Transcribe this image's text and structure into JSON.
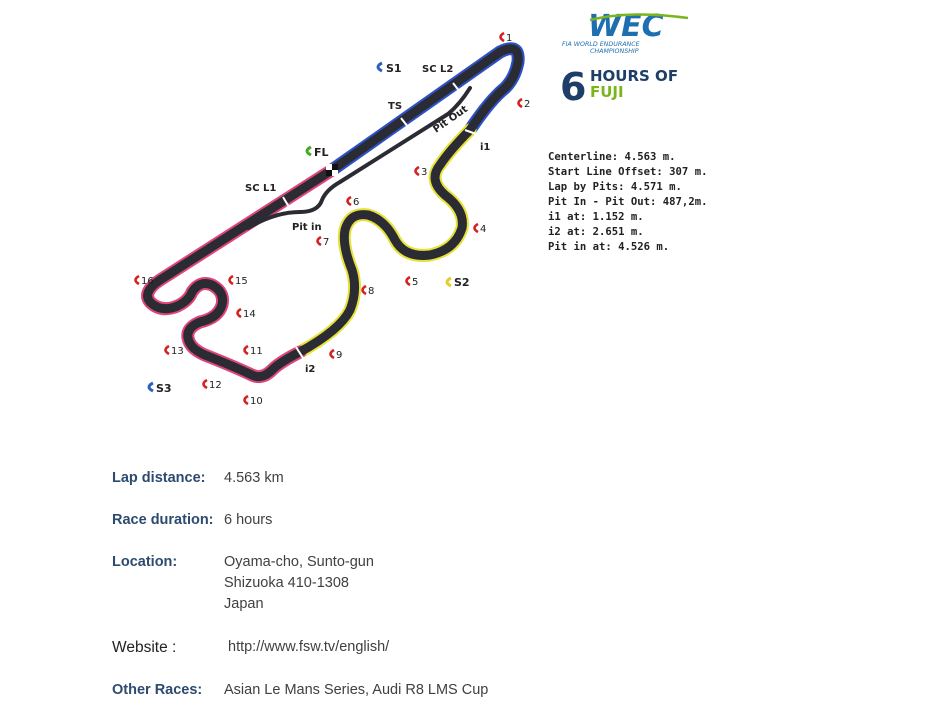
{
  "logo": {
    "wec_text": "WEC",
    "wec_sub1": "FIA WORLD ENDURANCE",
    "wec_sub2": "CHAMPIONSHIP",
    "event_number": "6",
    "event_line1": "HOURS OF",
    "event_line2": "FUJI"
  },
  "track_labels": {
    "s1": "S1",
    "s2": "S2",
    "s3": "S3",
    "fl": "FL",
    "sc_l1": "SC L1",
    "sc_l2": "SC L2",
    "ts": "TS",
    "pit_out": "Pit Out",
    "pit_in": "Pit in",
    "i1": "i1",
    "i2": "i2"
  },
  "turns": [
    "1",
    "2",
    "3",
    "4",
    "5",
    "6",
    "7",
    "8",
    "9",
    "10",
    "11",
    "12",
    "13",
    "14",
    "15",
    "16"
  ],
  "track_info": [
    "Centerline: 4.563 m.",
    "Start Line Offset: 307 m.",
    "Lap by Pits: 4.571 m.",
    "Pit In - Pit Out: 487,2m.",
    "i1 at: 1.152 m.",
    "i2 at: 2.651 m.",
    "Pit in at: 4.526 m."
  ],
  "facts": {
    "lap_distance_label": "Lap distance:",
    "lap_distance_value": "4.563 km",
    "race_duration_label": "Race duration:",
    "race_duration_value": "6 hours",
    "location_label": "Location:",
    "location_line1": "Oyama-cho, Sunto-gun",
    "location_line2": "Shizuoka 410-1308",
    "location_line3": "Japan",
    "website_label": "Website :",
    "website_value": "http://www.fsw.tv/english/",
    "other_races_label": "Other Races:",
    "other_races_value": "Asian Le Mans Series, Audi R8 LMS Cup"
  },
  "colors": {
    "sector1": "#2d52c8",
    "sector2": "#e6e23a",
    "sector3": "#e0457a",
    "track": "#2b2b33",
    "turn_marker": "#d42020",
    "s_marker_blue": "#2b5fc0",
    "s2_marker": "#e0cf2a",
    "fl_marker": "#44aa22",
    "wec_blue": "#1e6fb0",
    "wec_green": "#7ab51d",
    "fact_label": "#2d4a6f"
  }
}
